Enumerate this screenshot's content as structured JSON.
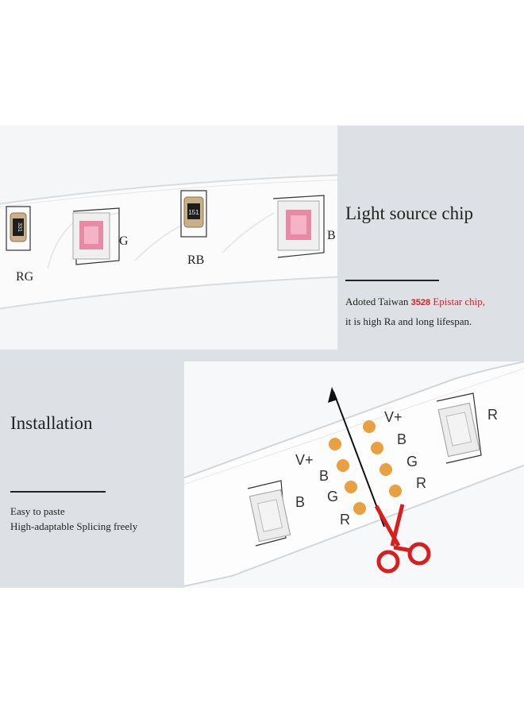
{
  "top_photo": {
    "strip_labels": {
      "rg": "RG",
      "g": "G",
      "rb": "RB",
      "b": "B"
    },
    "resistor_labels": [
      "331",
      "151"
    ]
  },
  "top_info": {
    "title": "Light source chip",
    "line1_prefix": "Adoted Taiwan ",
    "line1_number": "3528",
    "line1_suffix": " Epistar chip,",
    "line2": "it is high Ra and long lifespan."
  },
  "bottom_info": {
    "title": "Installation",
    "line1": "Easy to paste",
    "line2": "High-adaptable Splicing freely"
  },
  "bottom_photo": {
    "left_pads": [
      "V+",
      "B",
      "G",
      "R"
    ],
    "right_pads": [
      "V+",
      "B",
      "G",
      "R"
    ],
    "chip_left_label": "B",
    "chip_right_label": "R"
  },
  "colors": {
    "panel_gray": "#dde1e5",
    "accent_red": "#d81e1e",
    "pad_orange": "#e8a040",
    "led_pink": "#e88aa6"
  }
}
